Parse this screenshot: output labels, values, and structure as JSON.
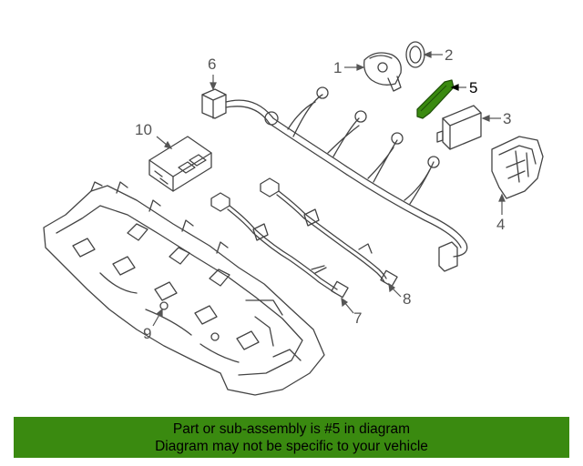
{
  "callouts": {
    "c1": "1",
    "c2": "2",
    "c3": "3",
    "c4": "4",
    "c5": "5",
    "c6": "6",
    "c7": "7",
    "c8": "8",
    "c9": "9",
    "c10": "10"
  },
  "highlight": {
    "part_number": "5",
    "color": "#3a8a10"
  },
  "footer": {
    "line1": "Part or sub-assembly is #5 in diagram",
    "line2": "Diagram may not be specific to your vehicle"
  }
}
